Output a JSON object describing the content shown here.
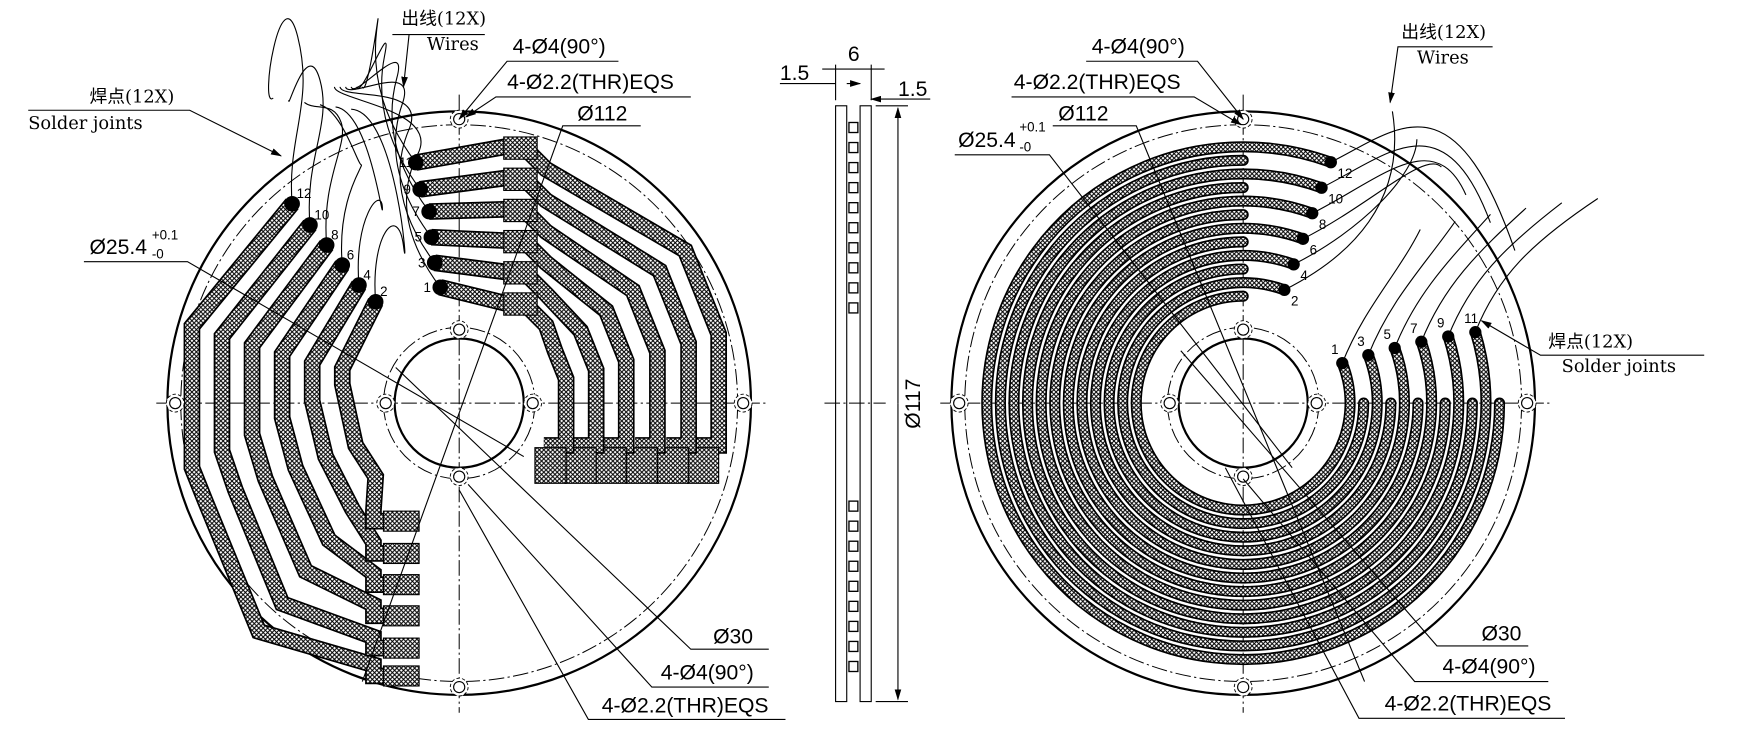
{
  "colors": {
    "ink": "#000000",
    "paper": "#ffffff"
  },
  "left_view": {
    "wires_cn": "出线(12X)",
    "wires_en": "Wires",
    "solder_cn": "焊点(12X)",
    "solder_en": "Solder joints",
    "hole4": "4-Ø4(90°)",
    "hole22": "4-Ø2.2(THR)EQS",
    "dia112": "Ø112",
    "dia254": "Ø25.4",
    "tol_plus": "+0.1",
    "tol_minus": "-0",
    "dia30": "Ø30",
    "hole4_bottom": "4-Ø4(90°)",
    "hole22_bottom": "4-Ø2.2(THR)EQS",
    "pin_labels_right": [
      "11",
      "9",
      "7",
      "5",
      "3",
      "1"
    ],
    "pin_labels_left": [
      "12",
      "10",
      "8",
      "6",
      "4",
      "2"
    ]
  },
  "side_view": {
    "width_total": "6",
    "wall_left": "1.5",
    "wall_right": "1.5",
    "dia117": "Ø117"
  },
  "right_view": {
    "wires_cn": "出线(12X)",
    "wires_en": "Wires",
    "solder_cn": "焊点(12X)",
    "solder_en": "Solder joints",
    "hole4": "4-Ø4(90°)",
    "hole22": "4-Ø2.2(THR)EQS",
    "dia112": "Ø112",
    "dia254": "Ø25.4",
    "tol_plus": "+0.1",
    "tol_minus": "-0",
    "dia30": "Ø30",
    "hole4_bottom": "4-Ø4(90°)",
    "hole22_bottom": "4-Ø2.2(THR)EQS",
    "even_labels": [
      "2",
      "4",
      "6",
      "8",
      "10",
      "12"
    ],
    "odd_labels": [
      "1",
      "3",
      "5",
      "7",
      "9",
      "11"
    ]
  }
}
